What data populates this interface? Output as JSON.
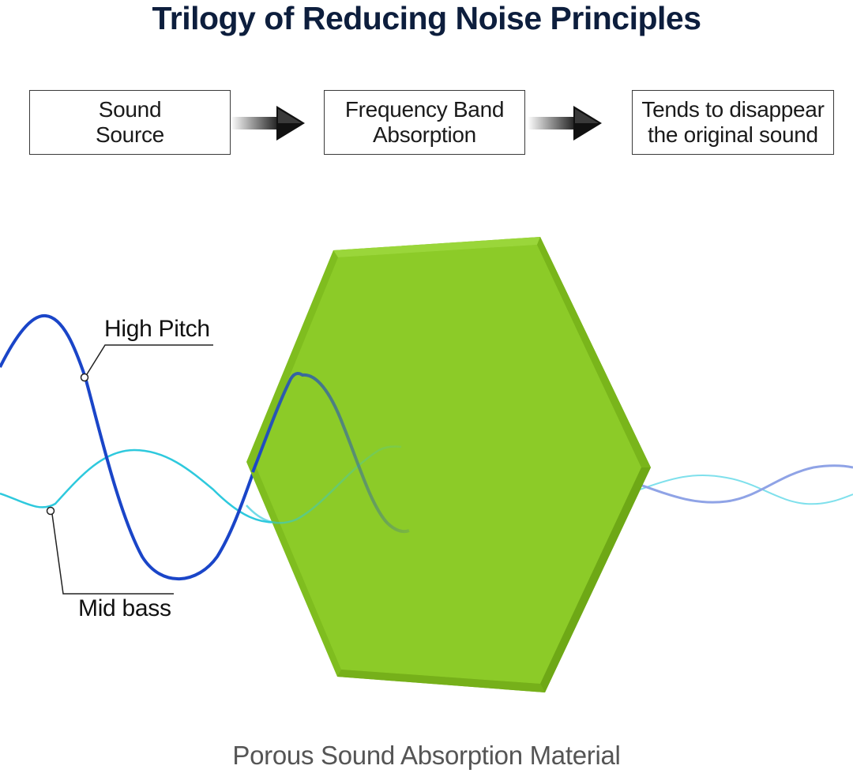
{
  "title": "Trilogy of Reducing Noise Principles",
  "steps": [
    {
      "label": "Sound\nSource"
    },
    {
      "label": "Frequency Band\nAbsorption"
    },
    {
      "label": "Tends to disappear\nthe original sound"
    }
  ],
  "labels": {
    "high_pitch": "High Pitch",
    "mid_bass": "Mid bass"
  },
  "caption": "Porous Sound Absorption Material",
  "colors": {
    "title": "#0d1e3d",
    "panel": "#8ccb28",
    "high_pitch_wave": "#1a45c8",
    "mid_bass_wave": "#2ec9dd"
  }
}
